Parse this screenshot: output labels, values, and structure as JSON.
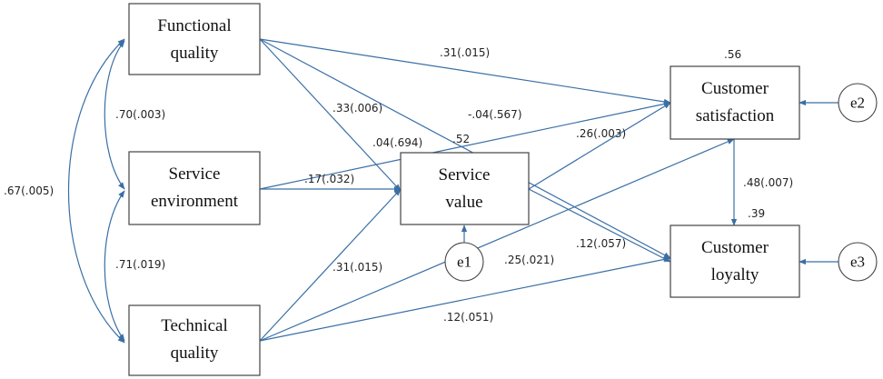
{
  "diagram": {
    "nodes": {
      "functional_quality": [
        "Functional",
        "quality"
      ],
      "service_environment": [
        "Service",
        "environment"
      ],
      "technical_quality": [
        "Technical",
        "quality"
      ],
      "service_value": [
        "Service",
        "value"
      ],
      "customer_satisfaction": [
        "Customer",
        "satisfaction"
      ],
      "customer_loyalty": [
        "Customer",
        "loyalty"
      ]
    },
    "errors": {
      "e1": "e1",
      "e2": "e2",
      "e3": "e3"
    },
    "r_squared": {
      "service_value": ".52",
      "customer_satisfaction": ".56",
      "customer_loyalty": ".39"
    },
    "covariances": {
      "functional_environment": ".70(.003)",
      "environment_technical": ".71(.019)",
      "functional_technical": ".67(.005)"
    },
    "paths": {
      "functional_to_satisfaction": ".31(.015)",
      "functional_to_value": ".33(.006)",
      "functional_to_loyalty": "-.04(.567)",
      "environment_to_satisfaction": ".04(.694)",
      "environment_to_value": ".17(.032)",
      "technical_to_value": ".31(.015)",
      "technical_to_satisfaction": ".25(.021)",
      "technical_to_loyalty": ".12(.051)",
      "value_to_satisfaction": ".26(.003)",
      "value_to_loyalty": ".12(.057)",
      "satisfaction_to_loyalty": ".48(.007)"
    },
    "colors": {
      "arrow": "#3a6fa5",
      "box_border": "#444444"
    }
  }
}
